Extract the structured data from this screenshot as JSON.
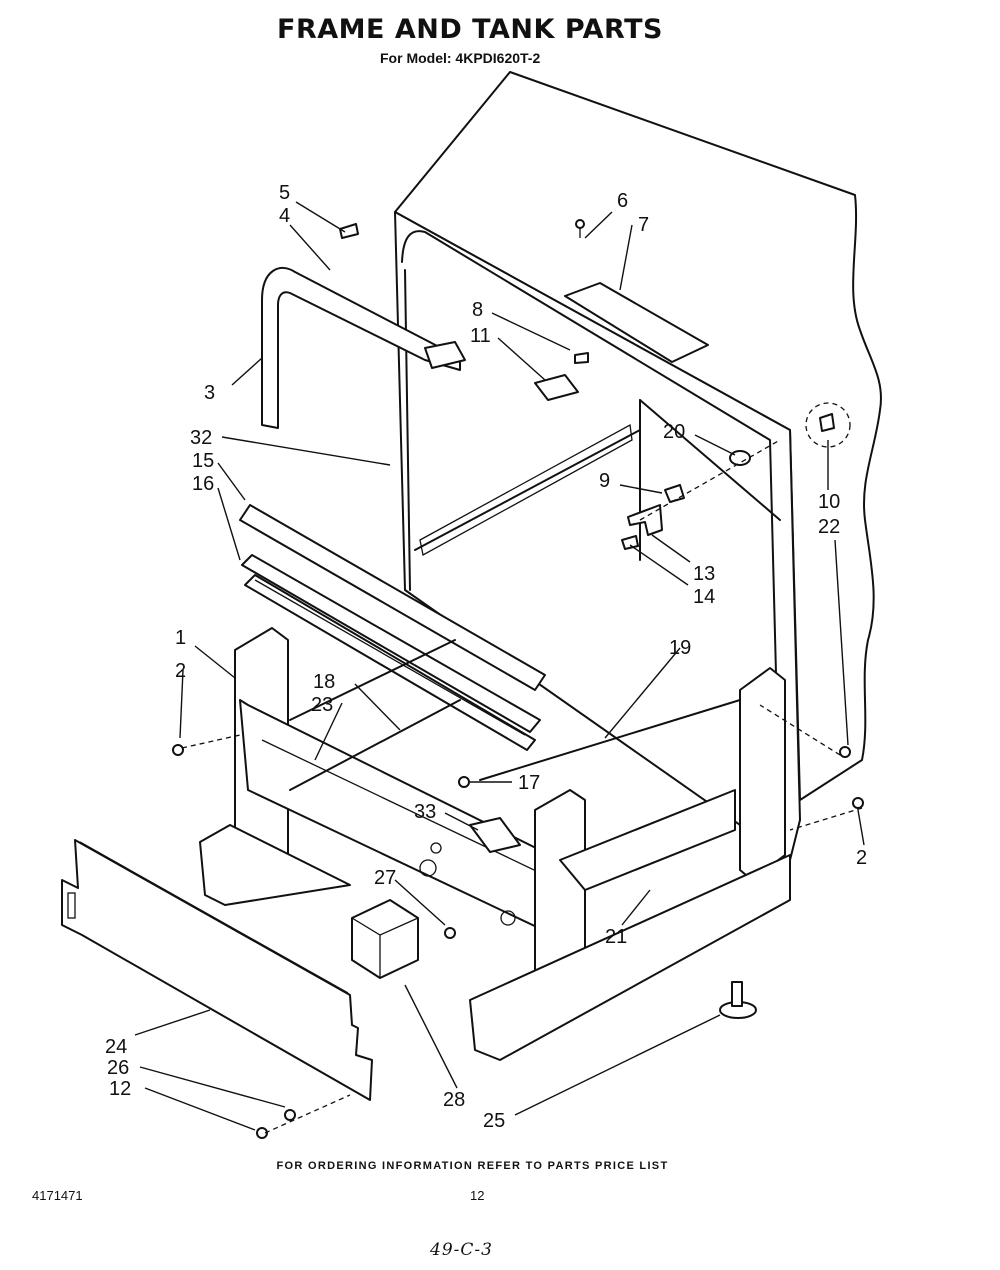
{
  "header": {
    "title": "FRAME AND TANK PARTS",
    "model_line": "For Model: 4KPDI620T-2"
  },
  "callouts": [
    "1",
    "2",
    "2",
    "3",
    "4",
    "5",
    "6",
    "7",
    "8",
    "9",
    "10",
    "11",
    "12",
    "13",
    "14",
    "15",
    "16",
    "17",
    "18",
    "19",
    "20",
    "21",
    "22",
    "23",
    "24",
    "25",
    "26",
    "27",
    "28",
    "32",
    "33"
  ],
  "footer": {
    "ordering_note": "FOR ORDERING INFORMATION REFER TO PARTS PRICE LIST",
    "doc_number": "4171471",
    "page_number": "12",
    "handwritten": "49-C-3"
  }
}
